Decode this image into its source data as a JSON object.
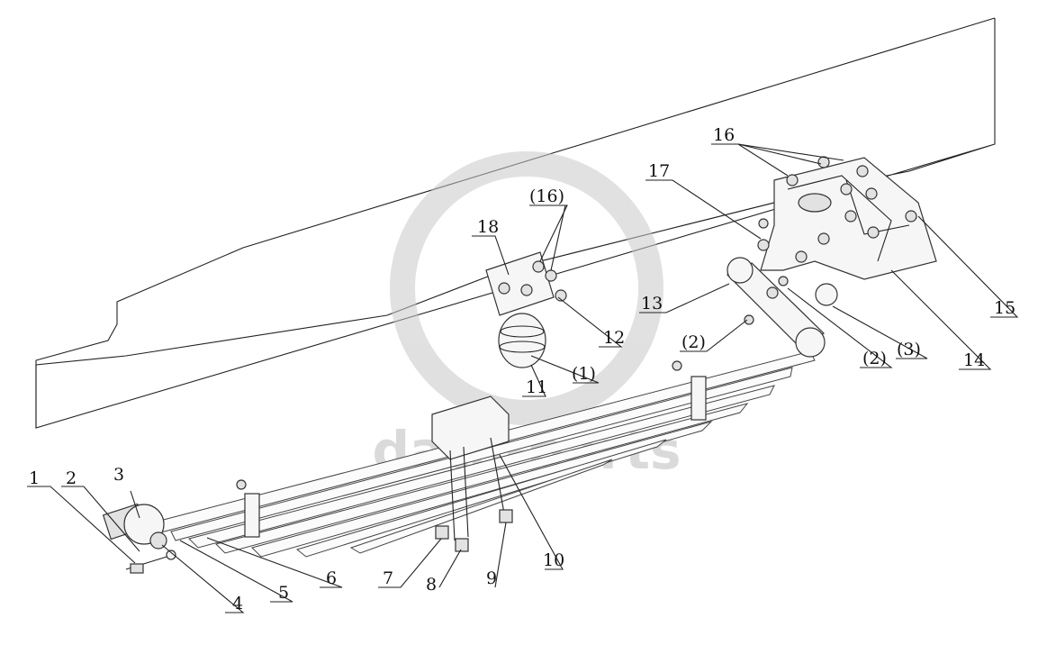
{
  "watermark": {
    "text": "data-parts",
    "color": "#bdbdbd"
  },
  "callouts": [
    {
      "id": "c1",
      "text": "1"
    },
    {
      "id": "c2",
      "text": "2"
    },
    {
      "id": "c3",
      "text": "3"
    },
    {
      "id": "c4",
      "text": "4"
    },
    {
      "id": "c5",
      "text": "5"
    },
    {
      "id": "c6",
      "text": "6"
    },
    {
      "id": "c7",
      "text": "7"
    },
    {
      "id": "c8",
      "text": "8"
    },
    {
      "id": "c9",
      "text": "9"
    },
    {
      "id": "c10",
      "text": "10"
    },
    {
      "id": "c11",
      "text": "11"
    },
    {
      "id": "c12",
      "text": "12"
    },
    {
      "id": "c13",
      "text": "13"
    },
    {
      "id": "c14",
      "text": "14"
    },
    {
      "id": "c15",
      "text": "15"
    },
    {
      "id": "c16",
      "text": "16"
    },
    {
      "id": "c17",
      "text": "17"
    },
    {
      "id": "c18",
      "text": "18"
    },
    {
      "id": "c16p",
      "text": "(16)"
    },
    {
      "id": "c1p",
      "text": "(1)"
    },
    {
      "id": "c2pa",
      "text": "(2)"
    },
    {
      "id": "c2pb",
      "text": "(2)"
    },
    {
      "id": "c3p",
      "text": "(3)"
    }
  ]
}
